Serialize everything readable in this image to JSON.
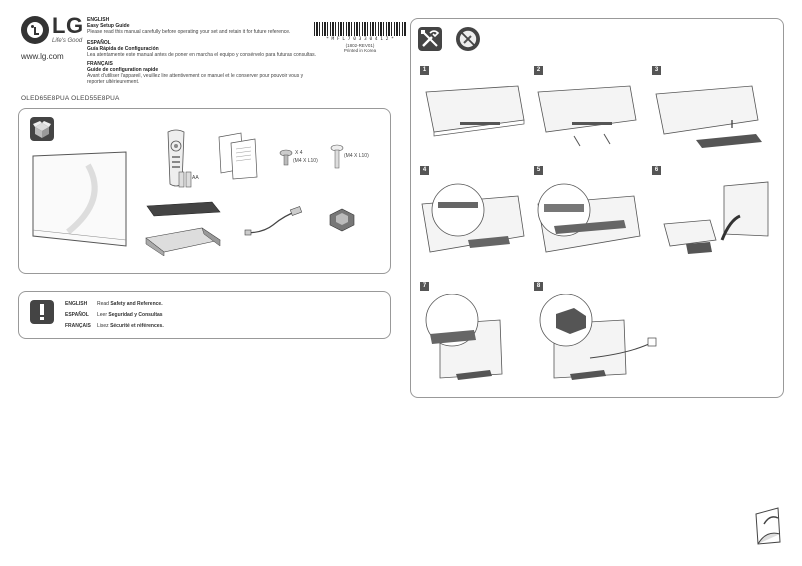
{
  "header": {
    "brand": "LG",
    "tagline": "Life's Good",
    "url": "www.lg.com",
    "languages": [
      {
        "lang": "ENGLISH",
        "title": "Easy Setup Guide",
        "text": "Please read this manual carefully before operating your set and retain it for future reference."
      },
      {
        "lang": "ESPAÑOL",
        "title": "Guía Rápida de Configuración",
        "text": "Lea atentamente este manual antes de poner en marcha el equipo y consérvelo para futuras consultas."
      },
      {
        "lang": "FRANÇAIS",
        "title": "Guide de configuration rapide",
        "text": "Avant d'utiliser l'appareil, veuillez lire attentivement ce manuel et le conserver pour pouvoir vous y reporter ultérieurement."
      }
    ],
    "barcode_number": "* M F L 7 0 3 3 0 4 1 2 *",
    "part_number": "(1802-REV01)",
    "printed": "Printed in Korea"
  },
  "model": "OLED65E8PUA OLED55E8PUA",
  "components": {
    "batteries_label": "AA",
    "screws_count": "X 4",
    "screws_spec": "(M4 X L10)",
    "screw_single_spec": "(M4 X L10)"
  },
  "warning": {
    "rows": [
      {
        "lang": "ENGLISH",
        "prefix": "Read ",
        "bold": "Safety and Reference."
      },
      {
        "lang": "ESPAÑOL",
        "prefix": "Leer ",
        "bold": "Seguridad y Consultas"
      },
      {
        "lang": "FRANÇAIS",
        "prefix": "Lisez ",
        "bold": "Sécurité et références."
      }
    ]
  },
  "steps": [
    "1",
    "2",
    "3",
    "4",
    "5",
    "6",
    "7",
    "8"
  ],
  "icons": [
    "box-icon",
    "tools-icon",
    "no-tools-icon",
    "warning-icon",
    "page-turn-icon"
  ]
}
